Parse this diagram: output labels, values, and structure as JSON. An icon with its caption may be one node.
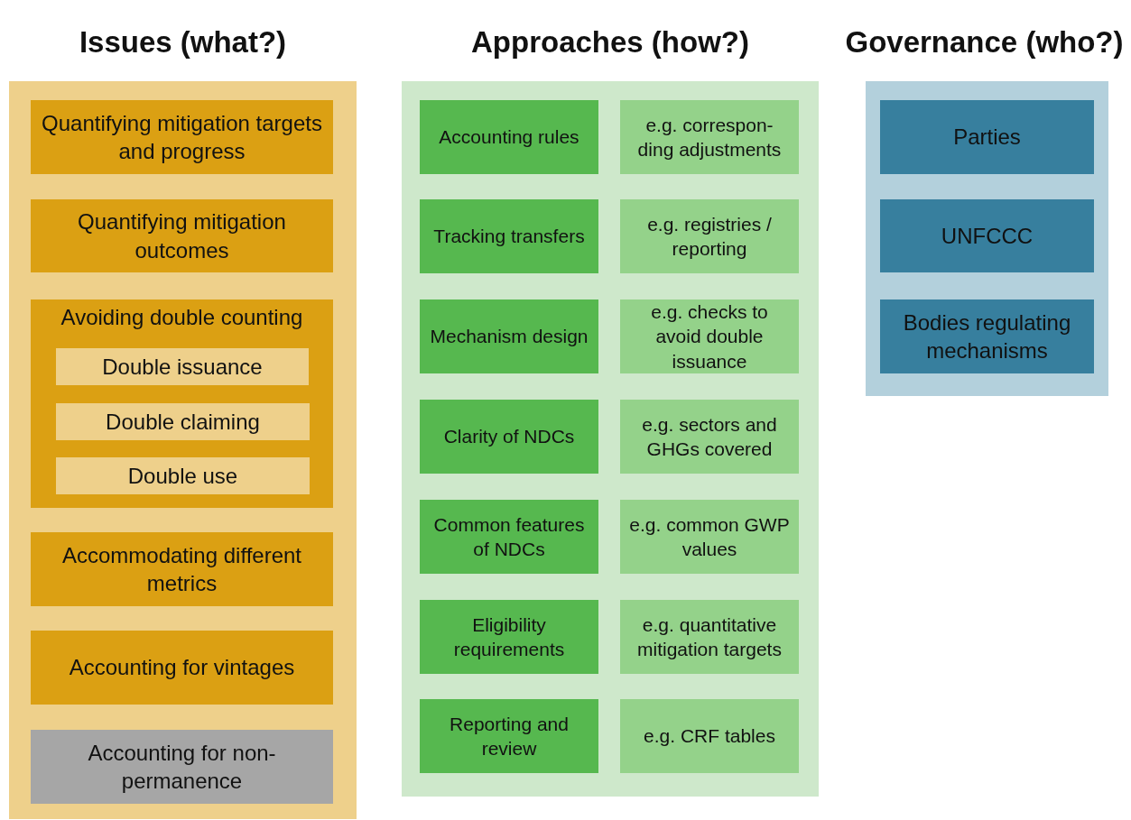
{
  "diagram": {
    "nodes": [
      {
        "text": [
          "Issues (what?)"
        ]
      },
      {
        "text": [
          "Quantifying mitigation targets and progress"
        ],
        "in": 0
      },
      {
        "text": [
          "Quantifying mitigation outcomes"
        ],
        "in": 0
      },
      {
        "text": [
          "Avoiding double counting"
        ],
        "in": 0
      },
      {
        "text": [
          "Double issuance"
        ],
        "in": 3
      },
      {
        "text": [
          "Double claiming"
        ],
        "in": 3
      },
      {
        "text": [
          "Double use"
        ],
        "in": 3
      },
      {
        "text": [
          "Accommodating different metrics"
        ],
        "in": 0
      },
      {
        "text": [
          "Accounting for vintages"
        ],
        "in": 0
      },
      {
        "text": [
          "Accounting for non-permanence"
        ],
        "in": 0
      },
      {
        "text": [
          "Approaches (how?)"
        ]
      },
      {
        "text": [
          "Accounting rules"
        ],
        "in": 10
      },
      {
        "text": [
          "e.g. correspon- ding adjustments"
        ],
        "in": 10
      },
      {
        "text": [
          "Tracking transfers"
        ],
        "in": 10
      },
      {
        "text": [
          "e.g. registries / reporting"
        ],
        "in": 10
      },
      {
        "text": [
          "Mechanism design"
        ],
        "in": 10
      },
      {
        "text": [
          "e.g. checks to avoid double issuance"
        ],
        "in": 10
      },
      {
        "text": [
          "Clarity of NDCs"
        ],
        "in": 10
      },
      {
        "text": [
          "e.g. sectors and GHGs covered"
        ],
        "in": 10
      },
      {
        "text": [
          "Common features of NDCs"
        ],
        "in": 10
      },
      {
        "text": [
          "e.g. common GWP values"
        ],
        "in": 10
      },
      {
        "text": [
          "Eligibility requirements"
        ],
        "in": 10
      },
      {
        "text": [
          "e.g. quantitative mitigation targets"
        ],
        "in": 10
      },
      {
        "text": [
          "Reporting and review"
        ],
        "in": 10
      },
      {
        "text": [
          "e.g. CRF tables"
        ],
        "in": 10
      },
      {
        "text": [
          "Governance (who?)"
        ]
      },
      {
        "text": [
          "Parties"
        ],
        "in": 25
      },
      {
        "text": [
          "UNFCCC"
        ],
        "in": 25
      },
      {
        "text": [
          "Bodies regulating mechanisms"
        ],
        "in": 25
      }
    ]
  }
}
